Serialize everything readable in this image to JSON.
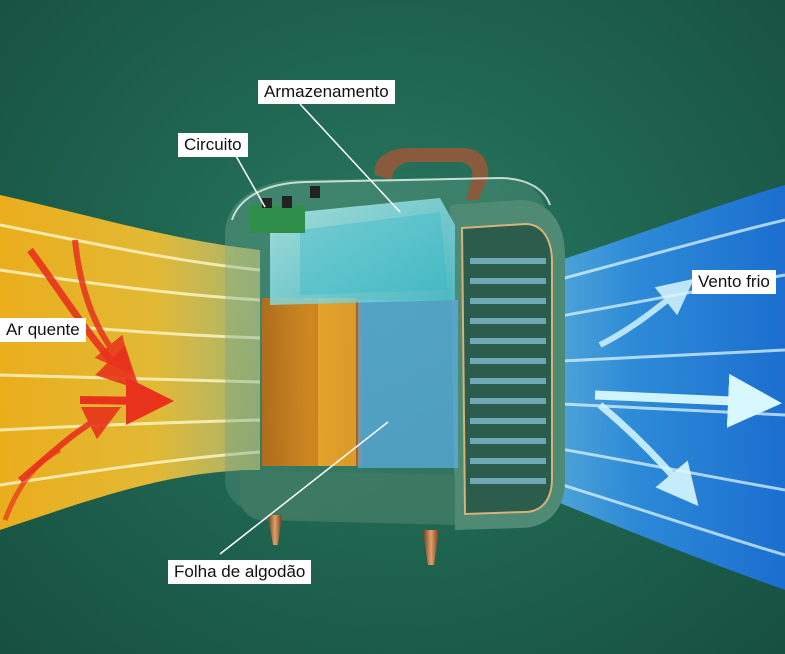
{
  "labels": {
    "storage": "Armazenamento",
    "circuit": "Circuito",
    "hot_air": "Ar quente",
    "cold_wind": "Vento frio",
    "cotton_sheet": "Folha de algodão"
  },
  "colors": {
    "background": "#1f6651",
    "hot_air": "#f2b51c",
    "cold_air": "#2f8fe6",
    "device_body": "#5e9c86",
    "handle": "#8a5a3c",
    "arrow_hot": "#e8321c",
    "arrow_cold": "#cff4ff"
  }
}
